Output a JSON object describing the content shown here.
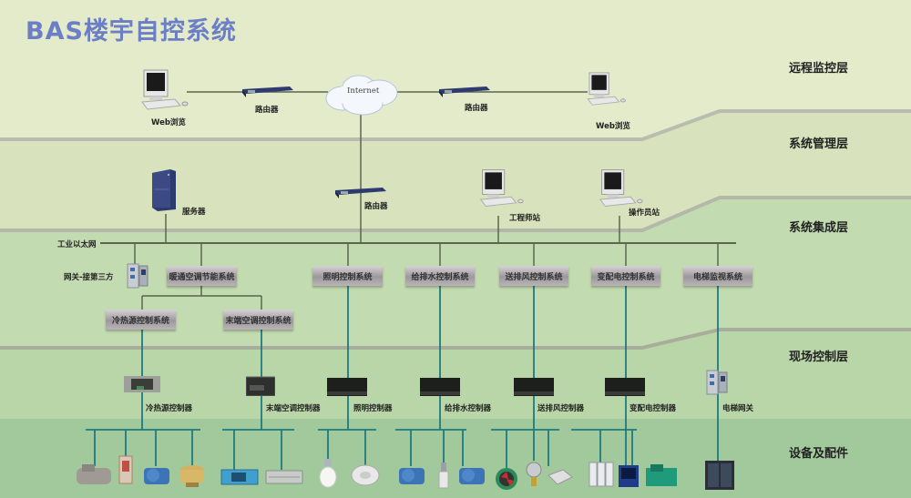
{
  "title": "BAS楼宇自控系统",
  "layers": [
    {
      "id": "remote",
      "label": "远程监控层"
    },
    {
      "id": "management",
      "label": "系统管理层"
    },
    {
      "id": "integration",
      "label": "系统集成层"
    },
    {
      "id": "field",
      "label": "现场控制层"
    },
    {
      "id": "equipment",
      "label": "设备及配件"
    }
  ],
  "remote": {
    "web_left": "Web浏览",
    "router_left": "路由器",
    "internet": "Internet",
    "router_right": "路由器",
    "web_right": "Web浏览"
  },
  "management": {
    "server": "服务器",
    "router": "路由器",
    "engineer_station": "工程师站",
    "operator_station": "操作员站"
  },
  "integration": {
    "bus_label": "工业以太网",
    "gateway_third_party": "网关-接第三方",
    "systems": [
      "暖通空调节能系统",
      "照明控制系统",
      "给排水控制系统",
      "送排风控制系统",
      "变配电控制系统",
      "电梯监视系统"
    ],
    "hvac_subsystems": [
      "冷热源控制系统",
      "末端空调控制系统"
    ]
  },
  "field": {
    "controllers": [
      "冷热源控制器",
      "末端空调控制器",
      "照明控制器",
      "给排水控制器",
      "送排风控制器",
      "变配电控制器",
      "电梯网关"
    ]
  },
  "equipment": {
    "groups": [
      {
        "controller": "冷热源控制器",
        "devices": [
          "chiller",
          "boiler",
          "water-pump",
          "cooling-tower"
        ]
      },
      {
        "controller": "末端空调控制器",
        "devices": [
          "air-handling-unit",
          "fan-coil-unit"
        ]
      },
      {
        "controller": "照明控制器",
        "devices": [
          "light-bulb",
          "ceiling-lamp"
        ]
      },
      {
        "controller": "给排水控制器",
        "devices": [
          "water-pump",
          "level-sensor",
          "water-pump"
        ]
      },
      {
        "controller": "送排风控制器",
        "devices": [
          "axial-fan",
          "gas-detector",
          "air-sensor"
        ]
      },
      {
        "controller": "变配电控制器",
        "devices": [
          "circuit-breaker",
          "power-meter",
          "generator"
        ]
      },
      {
        "controller": "电梯网关",
        "devices": [
          "elevator"
        ]
      }
    ]
  },
  "colors": {
    "title": "#6b7ec6",
    "ethernet_line": "#5a6650",
    "fieldbus_line": "#1f7a80",
    "layer_divider": "#b9bcae"
  }
}
